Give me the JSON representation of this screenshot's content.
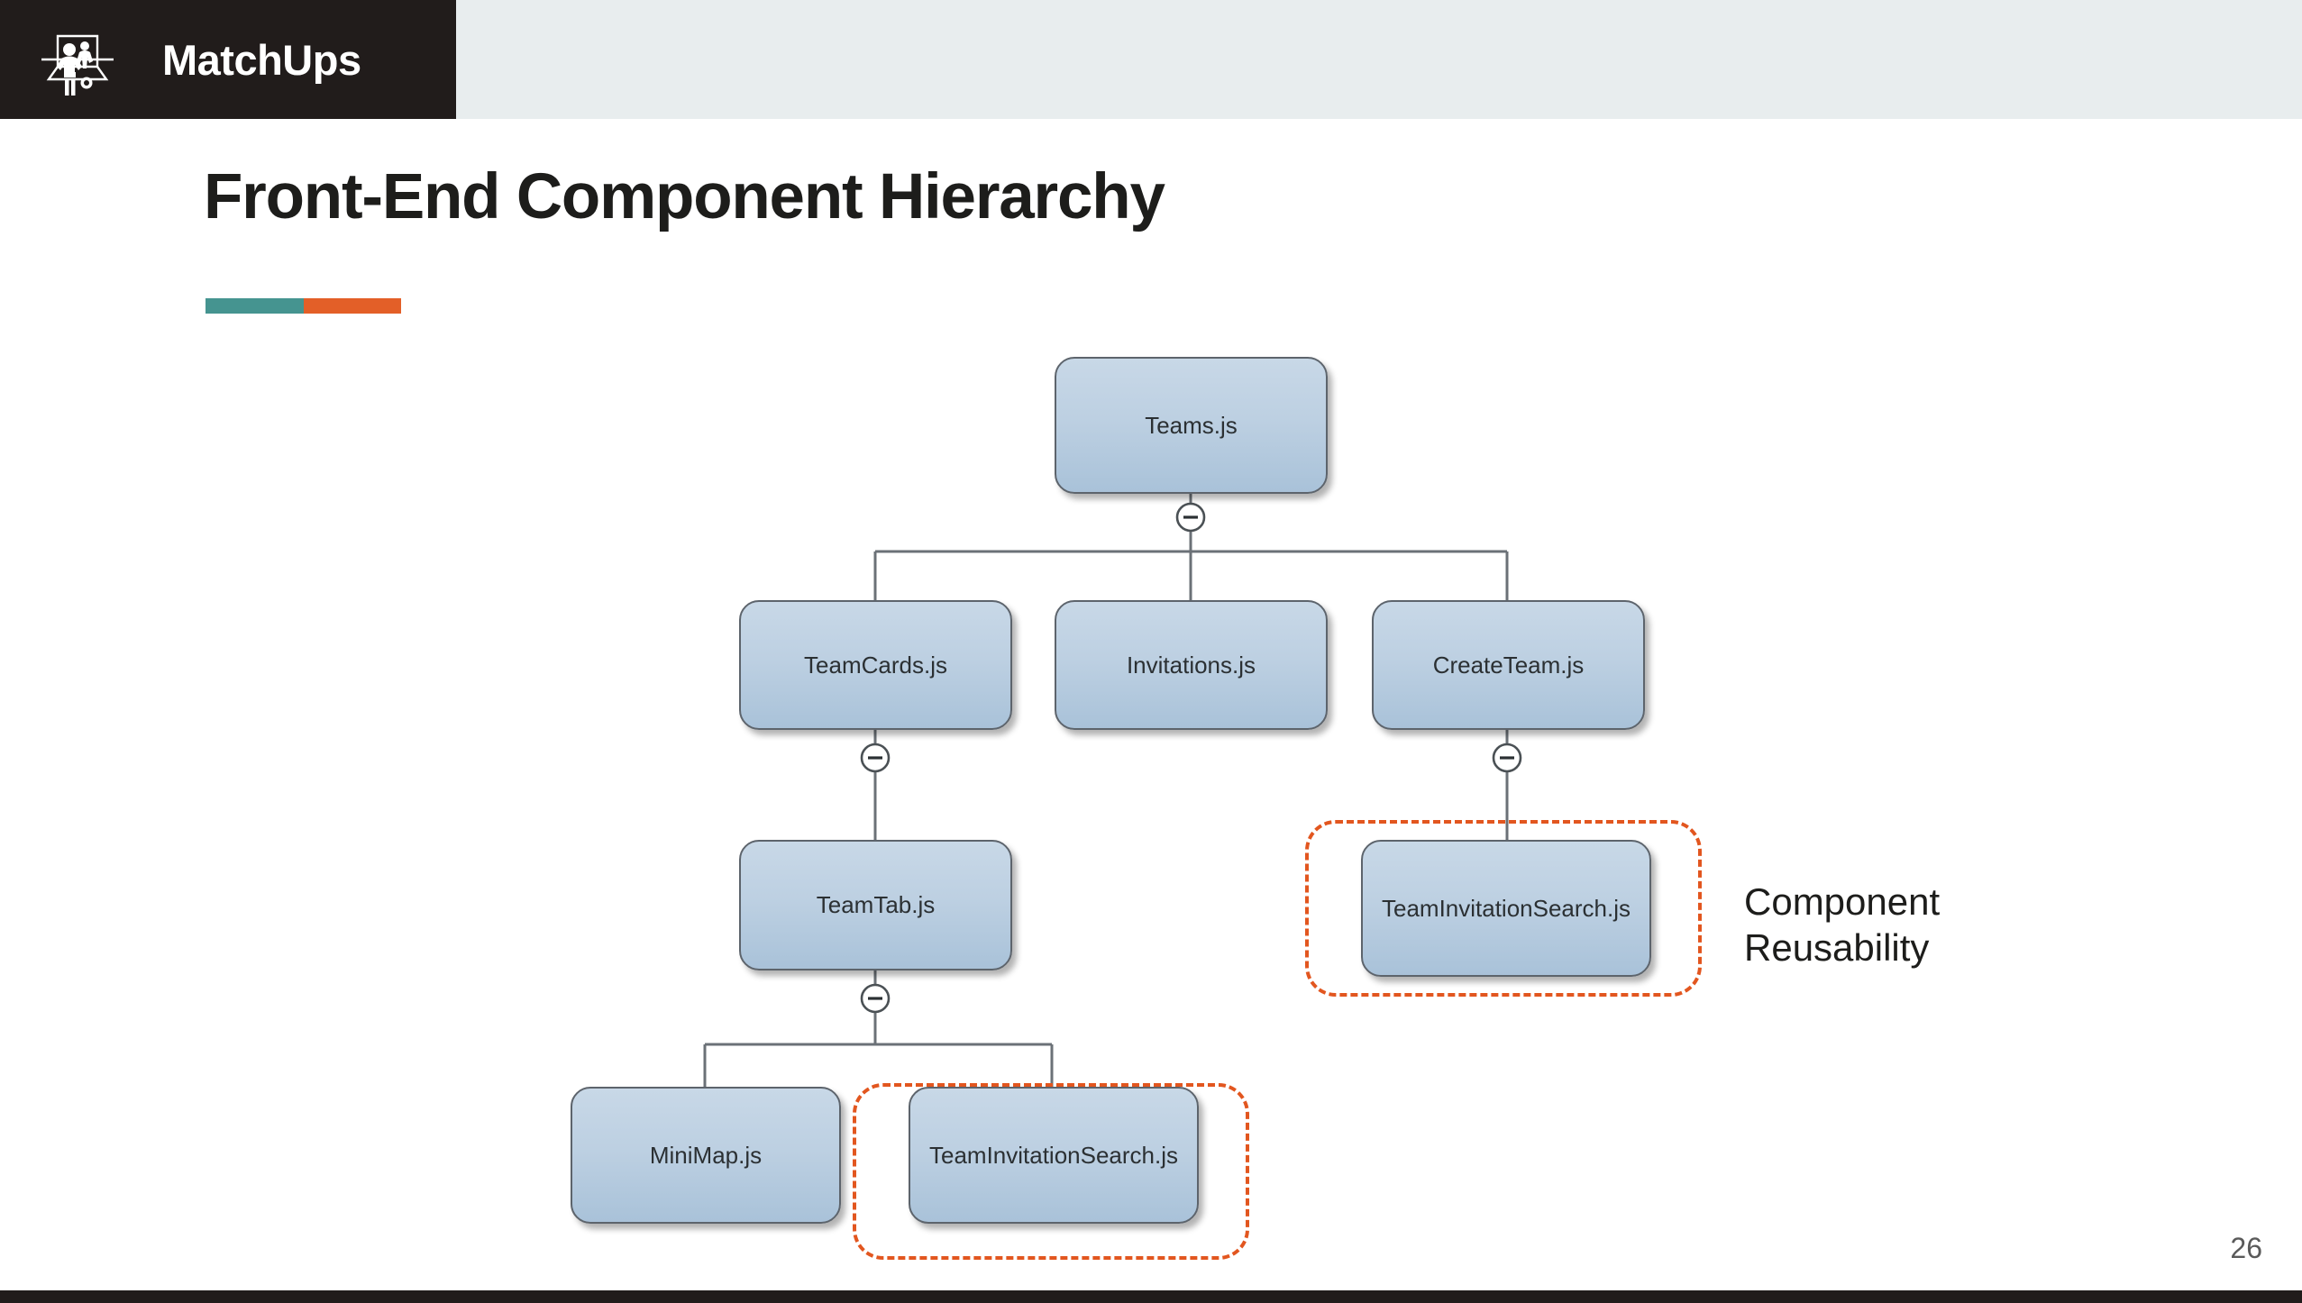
{
  "header": {
    "brand": "MatchUps",
    "logo_icon": "soccer-player-goal-icon"
  },
  "title": {
    "text": "Front-End Component Hierarchy",
    "accent_left_color": "#459490",
    "accent_right_color": "#e35f28"
  },
  "diagram": {
    "type": "tree",
    "collapse_icon": "circle-minus-icon",
    "node_fill_top": "#c8d8e7",
    "node_fill_bottom": "#a9c2d9",
    "node_border_color": "#5d646c",
    "annotation_color": "#e2561f",
    "nodes": [
      {
        "id": "teams",
        "label": "Teams.js",
        "level": 0
      },
      {
        "id": "teamcards",
        "label": "TeamCards.js",
        "level": 1
      },
      {
        "id": "invitations",
        "label": "Invitations.js",
        "level": 1
      },
      {
        "id": "createteam",
        "label": "CreateTeam.js",
        "level": 1
      },
      {
        "id": "teamtab",
        "label": "TeamTab.js",
        "level": 2
      },
      {
        "id": "tis-right",
        "label": "TeamInvitationSearch.js",
        "level": 2
      },
      {
        "id": "minimap",
        "label": "MiniMap.js",
        "level": 3
      },
      {
        "id": "tis-bottom",
        "label": "TeamInvitationSearch.js",
        "level": 3
      }
    ],
    "edges": [
      {
        "from": "teams",
        "to": "teamcards"
      },
      {
        "from": "teams",
        "to": "invitations"
      },
      {
        "from": "teams",
        "to": "createteam"
      },
      {
        "from": "teamcards",
        "to": "teamtab"
      },
      {
        "from": "createteam",
        "to": "tis-right"
      },
      {
        "from": "teamtab",
        "to": "minimap"
      },
      {
        "from": "teamtab",
        "to": "tis-bottom"
      }
    ],
    "annotations": [
      {
        "id": "reuse-right",
        "label": "Component\nReusability",
        "encloses": "tis-right"
      },
      {
        "id": "reuse-bottom",
        "label": "",
        "encloses": "tis-bottom"
      }
    ],
    "annotation_label_line1": "Component",
    "annotation_label_line2": "Reusability"
  },
  "footer": {
    "page_number": "26"
  }
}
